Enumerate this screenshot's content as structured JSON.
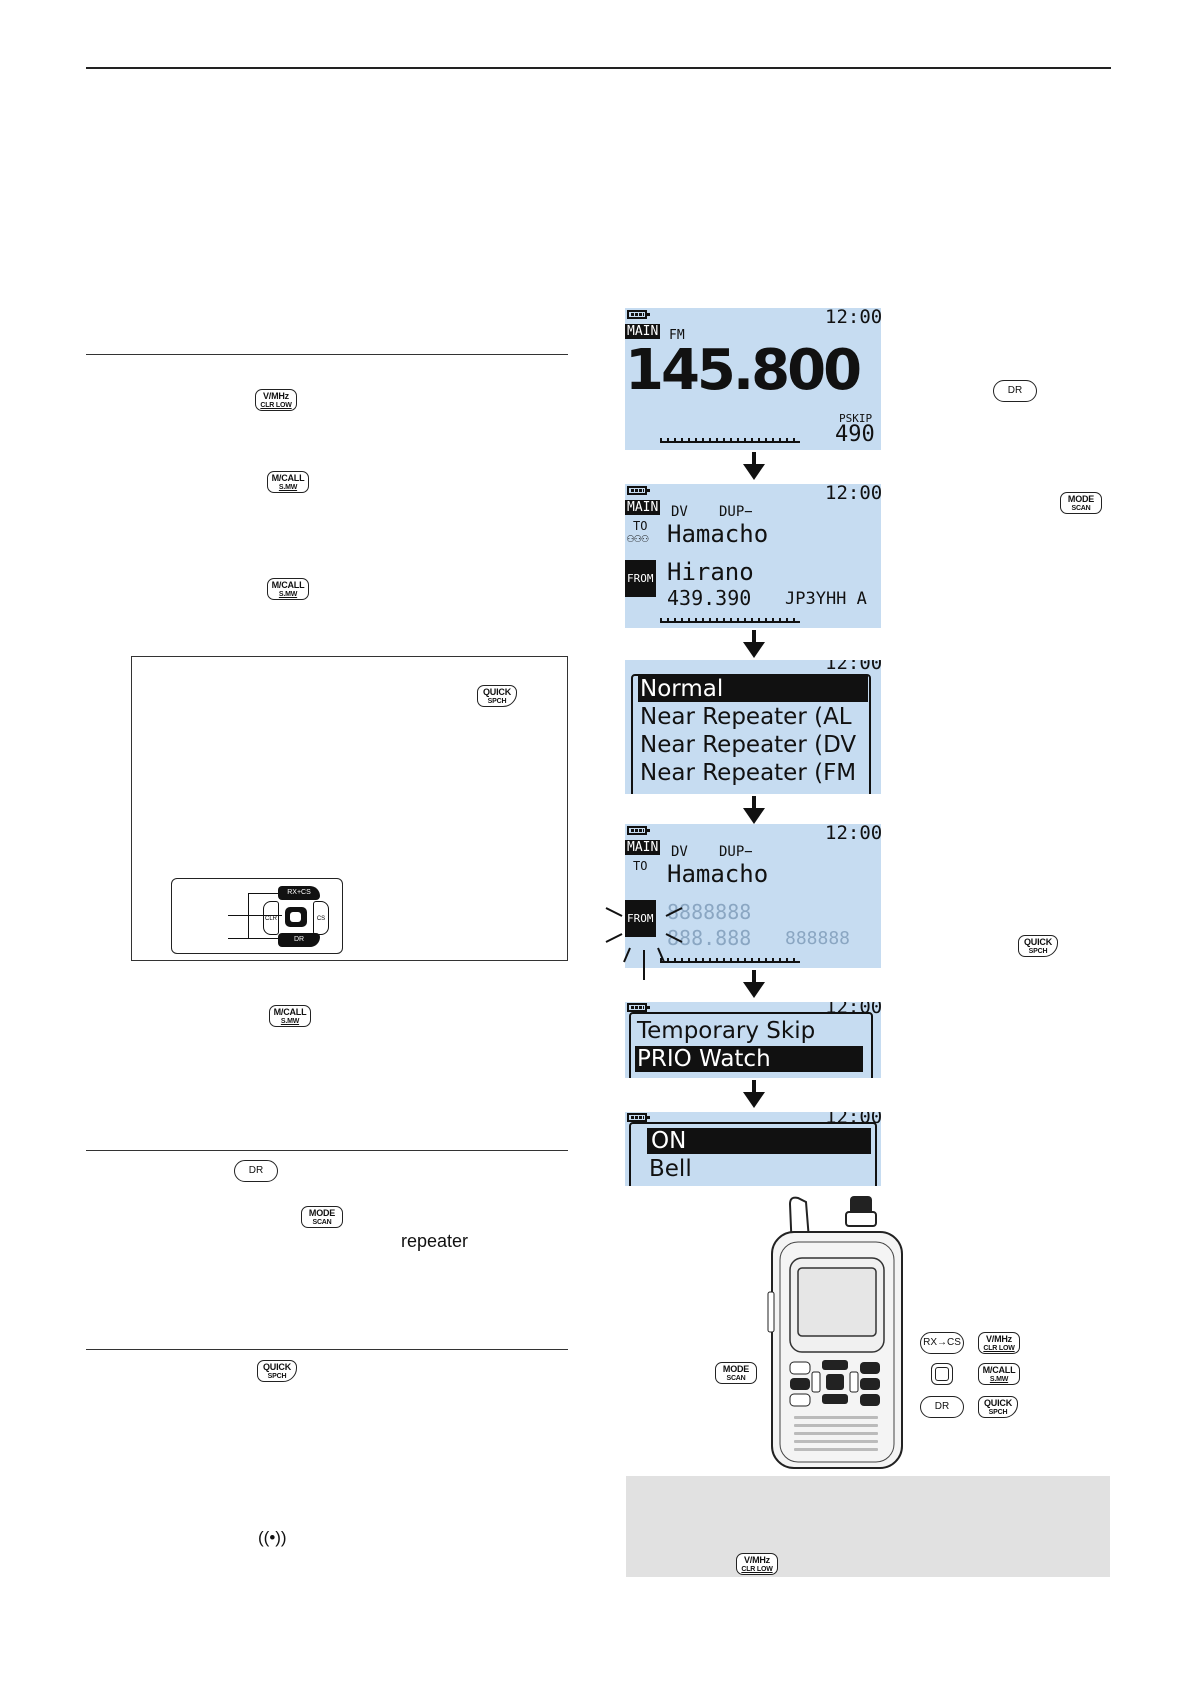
{
  "keys": {
    "vmhz": {
      "top": "V/MHz",
      "bottom": "CLR LOW"
    },
    "mcall": {
      "top": "M/CALL",
      "bottom": "S.MW"
    },
    "quick": {
      "top": "QUICK",
      "bottom": "SPCH"
    },
    "mode": {
      "top": "MODE",
      "bottom": "SCAN"
    },
    "dr": "DR",
    "rxcs": "RX→CS"
  },
  "left": {
    "repeater_text": "repeater",
    "signal_symbol": "((•))"
  },
  "inset": {
    "rxcs_label": "RX+CS",
    "cs_label": "CS",
    "dr_label": "DR",
    "clr_label": "CLR"
  },
  "screens": {
    "time": "12:00",
    "s1": {
      "main": "MAIN",
      "mode": "FM",
      "freq": "145.800",
      "pskip": "PSKIP",
      "ch": "490"
    },
    "s2": {
      "main": "MAIN",
      "mode": "DV",
      "dup": "DUP−",
      "to": "TO",
      "to_name": "Hamacho",
      "from": "FROM",
      "from_name": "Hirano",
      "from_freq": "439.390",
      "callsign": "JP3YHH A"
    },
    "s3": {
      "items": [
        "Normal",
        "Near Repeater (AL",
        "Near Repeater (DV",
        "Near Repeater (FM"
      ]
    },
    "s4": {
      "main": "MAIN",
      "mode": "DV",
      "dup": "DUP−",
      "to": "TO",
      "to_name": "Hamacho",
      "from": "FROM",
      "line1": "8888888",
      "line2": "888.888",
      "line2b": "888888"
    },
    "s5": {
      "items": [
        "Temporary Skip",
        "PRIO Watch"
      ]
    },
    "s6": {
      "items": [
        "ON",
        "Bell"
      ]
    }
  }
}
